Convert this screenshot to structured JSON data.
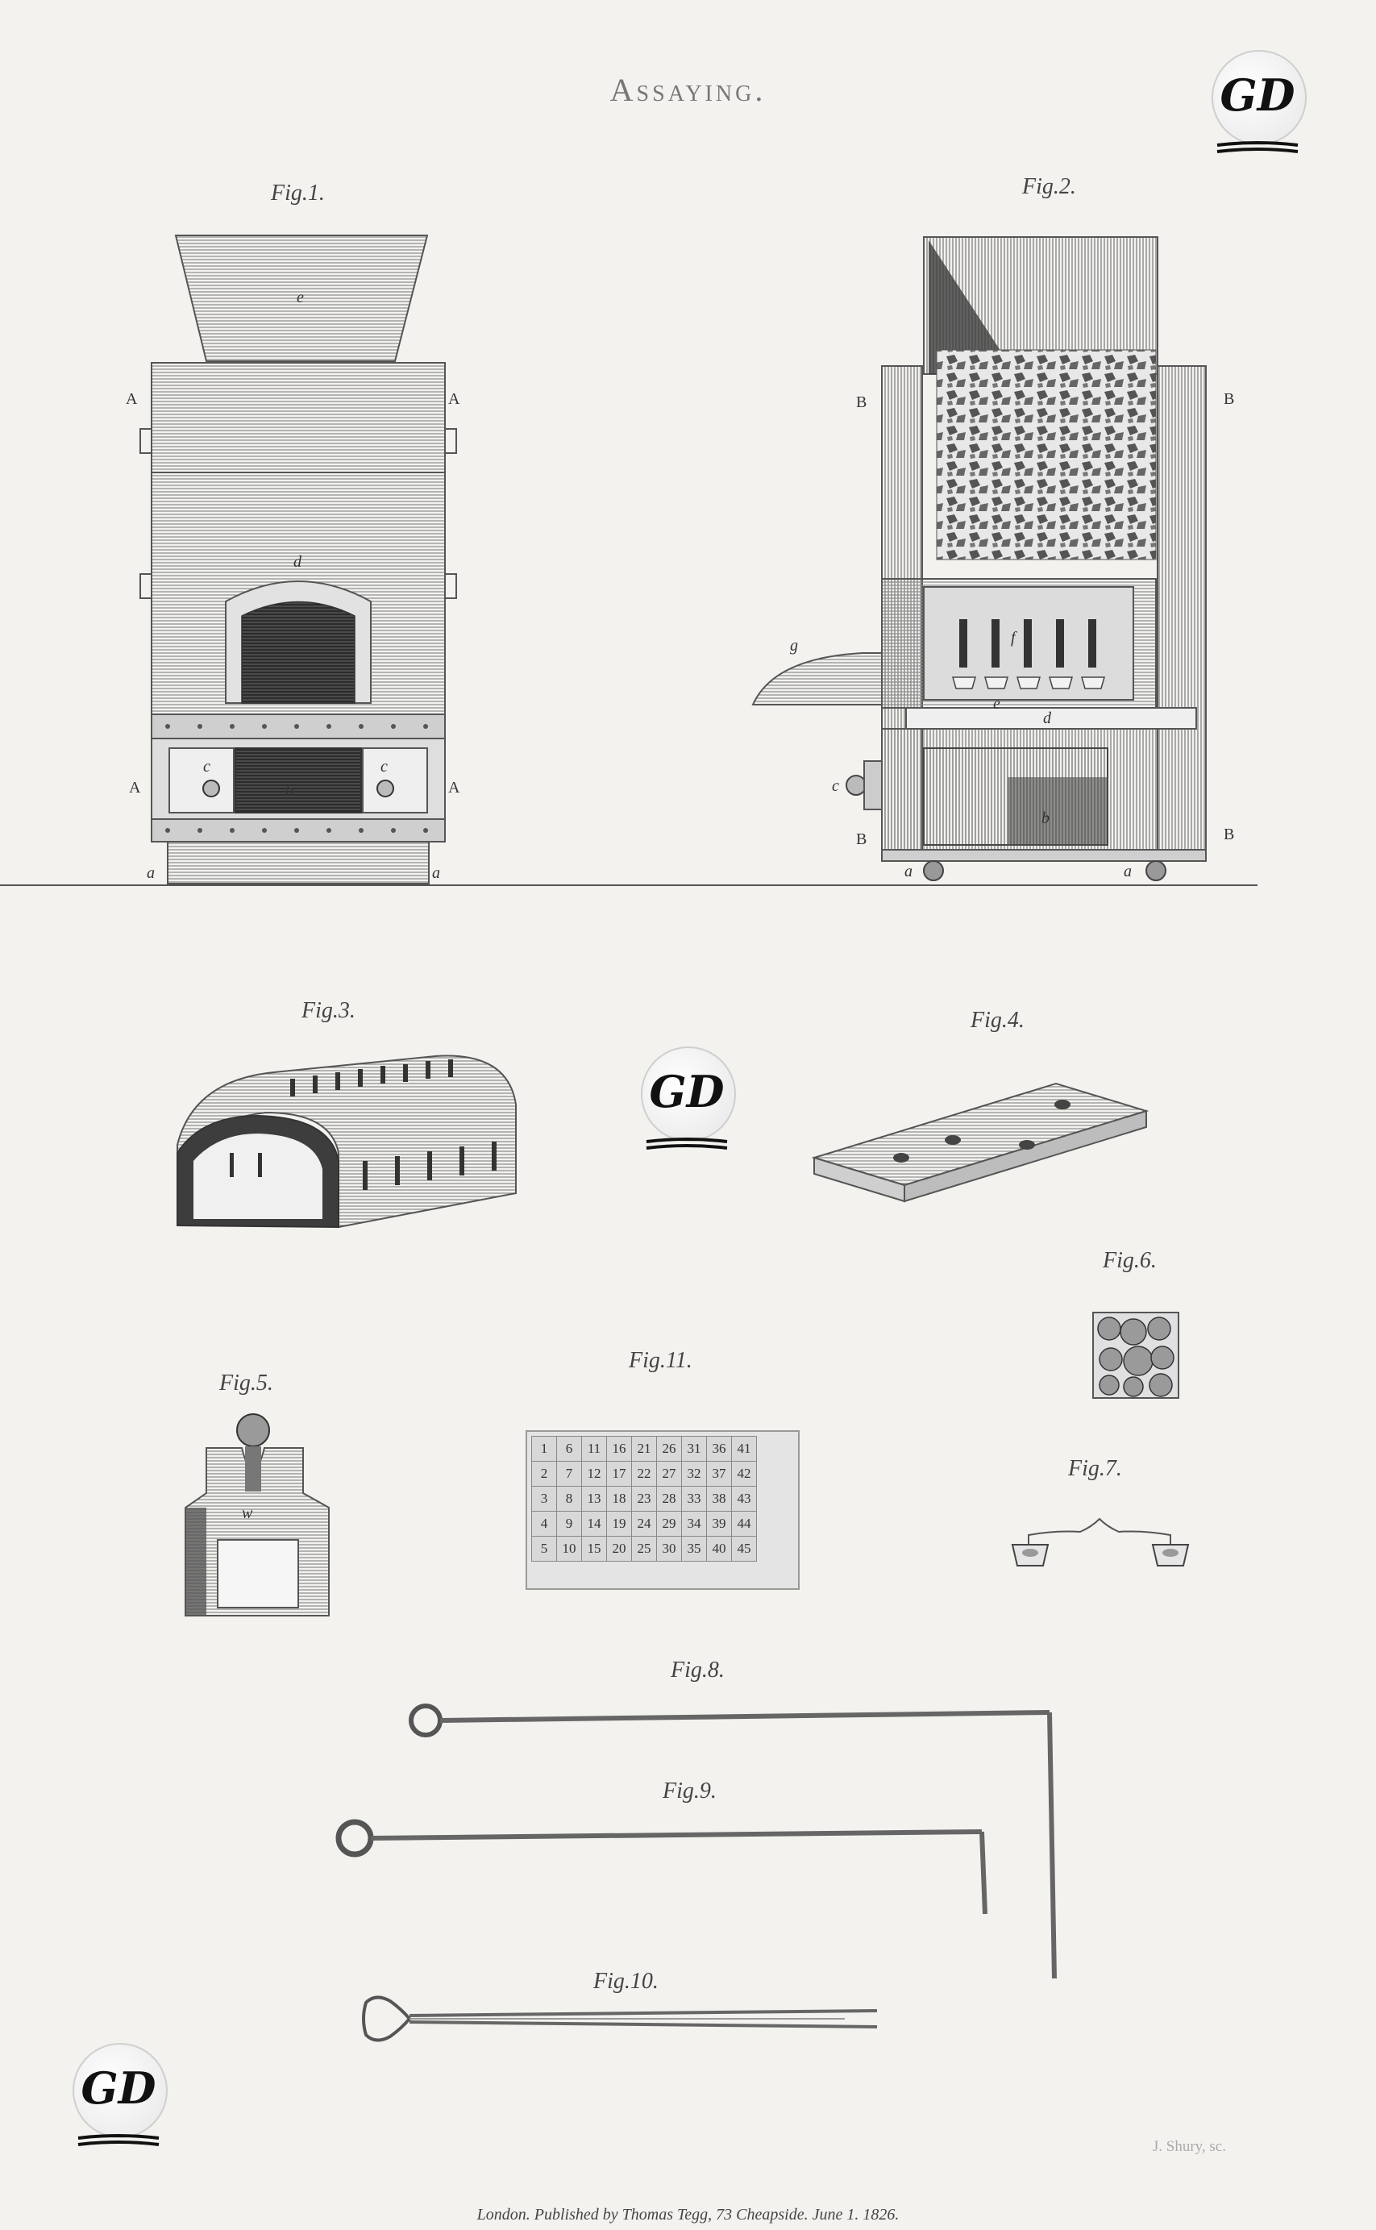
{
  "title": "Assaying.",
  "figures": {
    "fig1": "Fig.1.",
    "fig2": "Fig.2.",
    "fig3": "Fig.3.",
    "fig4": "Fig.4.",
    "fig5": "Fig.5.",
    "fig6": "Fig.6.",
    "fig7": "Fig.7.",
    "fig8": "Fig.8.",
    "fig9": "Fig.9.",
    "fig10": "Fig.10.",
    "fig11": "Fig.11."
  },
  "fig1_labels": {
    "e": "e",
    "d": "d",
    "c": "c",
    "b": "b",
    "a": "a",
    "A": "A"
  },
  "fig2_labels": {
    "B": "B",
    "f": "f",
    "e": "e",
    "d": "d",
    "c": "c",
    "b": "b",
    "a": "a",
    "g": "g"
  },
  "fig5_label": "w",
  "fig11_table": [
    [
      "1",
      "6",
      "11",
      "16",
      "21",
      "26",
      "31",
      "36",
      "41"
    ],
    [
      "2",
      "7",
      "12",
      "17",
      "22",
      "27",
      "32",
      "37",
      "42"
    ],
    [
      "3",
      "8",
      "13",
      "18",
      "23",
      "28",
      "33",
      "38",
      "43"
    ],
    [
      "4",
      "9",
      "14",
      "19",
      "24",
      "29",
      "34",
      "39",
      "44"
    ],
    [
      "5",
      "10",
      "15",
      "20",
      "25",
      "30",
      "35",
      "40",
      "45"
    ]
  ],
  "footer": "London. Published by Thomas Tegg, 73 Cheapside. June 1. 1826.",
  "engraver": "J. Shury, sc.",
  "logo_text": "GD"
}
